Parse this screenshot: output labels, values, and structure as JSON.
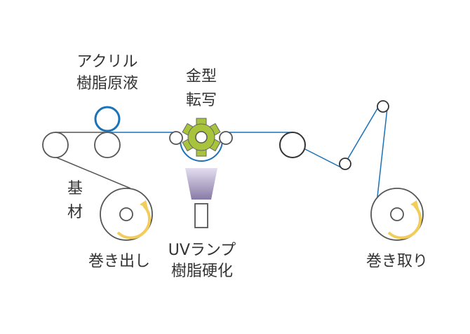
{
  "labels": {
    "acrylic_line1": "アクリル",
    "acrylic_line2": "樹脂原液",
    "mold_line1": "金型",
    "mold_line2": "転写",
    "substrate_line1": "基",
    "substrate_line2": "材",
    "unwind": "巻き出し",
    "uv_line1": "UVランプ",
    "uv_line2": "樹脂硬化",
    "rewind": "巻き取り"
  },
  "colors": {
    "film": "#1a72b8",
    "roller": "#555555",
    "gear": "#a8c43c",
    "arrow": "#f2cd5a",
    "uv_top": "#e2dcee",
    "uv_bottom": "#8a7aa8"
  }
}
